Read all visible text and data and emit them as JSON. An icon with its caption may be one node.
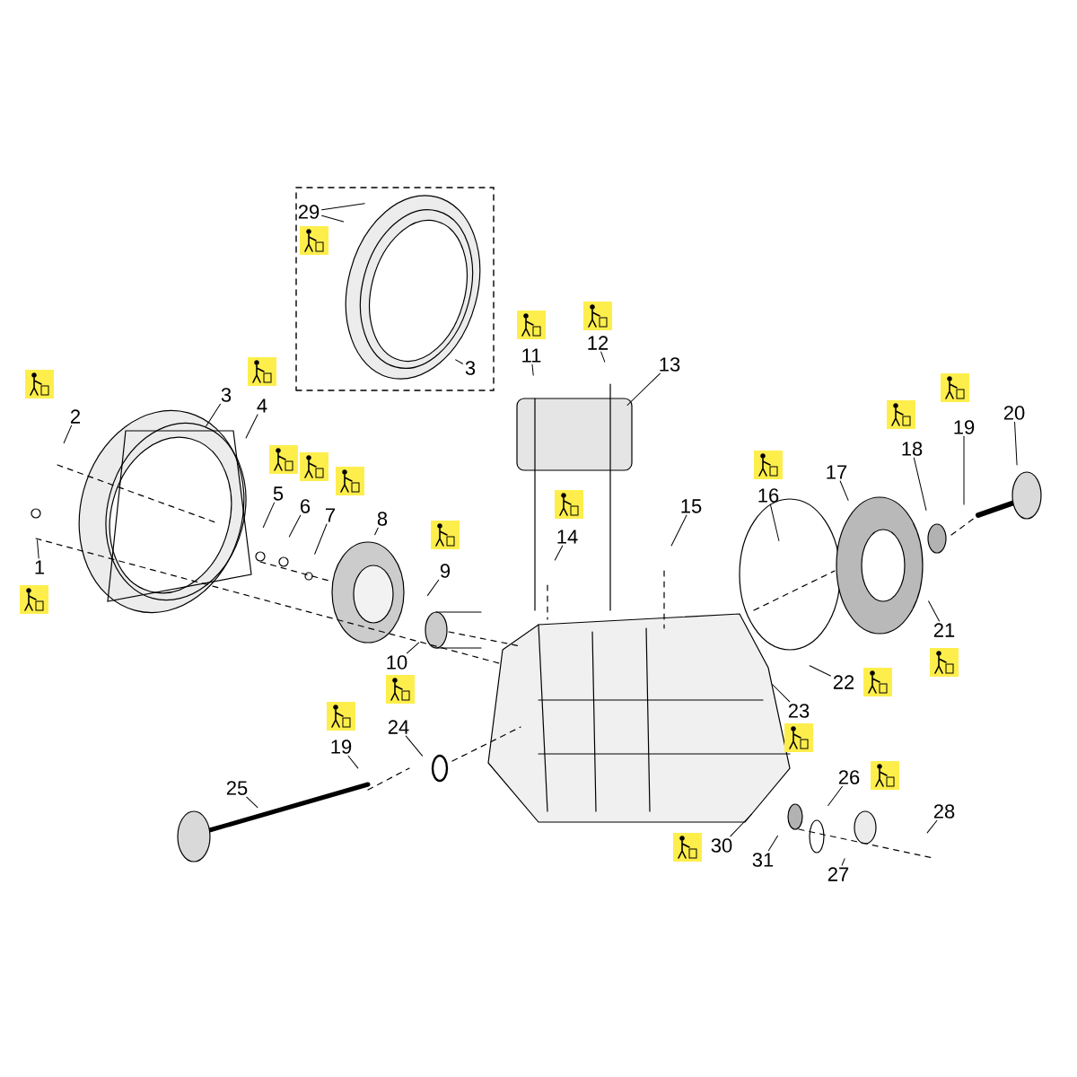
{
  "diagram": {
    "nodes": [
      {
        "text": [],
        "shape": "box"
      },
      {
        "text": [
          "29"
        ],
        "in": 0
      },
      {
        "text": [
          "3"
        ],
        "in": 0
      },
      {
        "text": [
          "2"
        ]
      },
      {
        "text": [
          "3"
        ]
      },
      {
        "text": [
          "4"
        ]
      },
      {
        "text": [
          "1"
        ]
      },
      {
        "text": [
          "5"
        ]
      },
      {
        "text": [
          "6"
        ]
      },
      {
        "text": [
          "7"
        ]
      },
      {
        "text": [
          "8"
        ]
      },
      {
        "text": [
          "9"
        ]
      },
      {
        "text": [
          "10"
        ]
      },
      {
        "text": [
          "11"
        ]
      },
      {
        "text": [
          "12"
        ]
      },
      {
        "text": [
          "13"
        ]
      },
      {
        "text": [
          "14"
        ]
      },
      {
        "text": [
          "15"
        ]
      },
      {
        "text": [
          "16"
        ]
      },
      {
        "text": [
          "17"
        ]
      },
      {
        "text": [
          "18"
        ]
      },
      {
        "text": [
          "19"
        ]
      },
      {
        "text": [
          "20"
        ]
      },
      {
        "text": [
          "21"
        ]
      },
      {
        "text": [
          "22"
        ]
      },
      {
        "text": [
          "23"
        ]
      },
      {
        "text": [
          "19"
        ]
      },
      {
        "text": [
          "24"
        ]
      },
      {
        "text": [
          "25"
        ]
      },
      {
        "text": [
          "26"
        ]
      },
      {
        "text": [
          "28"
        ]
      },
      {
        "text": [
          "30"
        ]
      },
      {
        "text": [
          "31"
        ]
      },
      {
        "text": [
          "27"
        ]
      }
    ],
    "edges": [
      {
        "from": 1,
        "to": null,
        "arrow": "none"
      },
      {
        "from": 1,
        "to": null,
        "arrow": "none"
      },
      {
        "from": 2,
        "to": null,
        "arrow": "none"
      },
      {
        "from": 3,
        "to": null,
        "arrow": "none"
      },
      {
        "from": 4,
        "to": null,
        "arrow": "none"
      },
      {
        "from": 5,
        "to": null,
        "arrow": "none"
      },
      {
        "from": 6,
        "to": null,
        "arrow": "none"
      },
      {
        "from": 7,
        "to": null,
        "arrow": "none"
      },
      {
        "from": 8,
        "to": null,
        "arrow": "none"
      },
      {
        "from": 9,
        "to": null,
        "arrow": "none"
      },
      {
        "from": 10,
        "to": null,
        "arrow": "none"
      },
      {
        "from": 11,
        "to": null,
        "arrow": "none"
      },
      {
        "from": 12,
        "to": null,
        "arrow": "none"
      },
      {
        "from": 13,
        "to": null,
        "arrow": "none"
      },
      {
        "from": 14,
        "to": null,
        "arrow": "none"
      },
      {
        "from": 15,
        "to": null,
        "arrow": "none"
      },
      {
        "from": 16,
        "to": null,
        "arrow": "none"
      },
      {
        "from": 17,
        "to": null,
        "arrow": "none"
      },
      {
        "from": 18,
        "to": null,
        "arrow": "none"
      },
      {
        "from": 19,
        "to": null,
        "arrow": "none"
      },
      {
        "from": 20,
        "to": null,
        "arrow": "none"
      },
      {
        "from": 21,
        "to": null,
        "arrow": "none"
      },
      {
        "from": 22,
        "to": null,
        "arrow": "none"
      },
      {
        "from": 23,
        "to": null,
        "arrow": "none"
      },
      {
        "from": 24,
        "to": null,
        "arrow": "none"
      },
      {
        "from": 25,
        "to": null,
        "arrow": "none"
      },
      {
        "from": 26,
        "to": null,
        "arrow": "none"
      },
      {
        "from": 27,
        "to": null,
        "arrow": "none"
      },
      {
        "from": 28,
        "to": null,
        "arrow": "none"
      },
      {
        "from": 29,
        "to": null,
        "arrow": "none"
      },
      {
        "from": 30,
        "to": null,
        "arrow": "none"
      },
      {
        "from": 31,
        "to": null,
        "arrow": "none"
      },
      {
        "from": 32,
        "to": null,
        "arrow": "none"
      },
      {
        "from": 33,
        "to": null,
        "arrow": "none"
      }
    ]
  }
}
